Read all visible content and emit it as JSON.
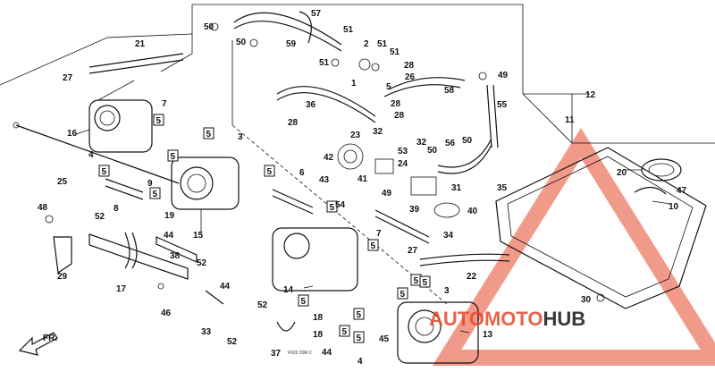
{
  "diagram": {
    "labels": {
      "l1": "1",
      "l2": "2",
      "l3a": "3",
      "l3b": "3",
      "l4a": "4",
      "l4b": "4",
      "l5": "5",
      "l6": "6",
      "l7a": "7",
      "l7b": "7",
      "l8": "8",
      "l9": "9",
      "l10": "10",
      "l11": "11",
      "l12": "12",
      "l13": "13",
      "l14": "14",
      "l15": "15",
      "l16": "16",
      "l17": "17",
      "l18a": "18",
      "l18b": "18",
      "l19": "19",
      "l20": "20",
      "l21": "21",
      "l22": "22",
      "l23": "23",
      "l24": "24",
      "l25": "25",
      "l26": "26",
      "l27a": "27",
      "l27b": "27",
      "l28a": "28",
      "l28b": "28",
      "l28c": "28",
      "l28d": "28",
      "l29": "29",
      "l30": "30",
      "l31": "31",
      "l32a": "32",
      "l32b": "32",
      "l33": "33",
      "l34": "34",
      "l35": "35",
      "l36": "36",
      "l37": "37",
      "l38": "38",
      "l39": "39",
      "l40": "40",
      "l41": "41",
      "l42": "42",
      "l43": "43",
      "l44a": "44",
      "l44b": "44",
      "l44c": "44",
      "l45": "45",
      "l46": "46",
      "l47": "47",
      "l48": "48",
      "l49a": "49",
      "l49b": "49",
      "l50a": "50",
      "l50b": "50",
      "l50c": "50",
      "l50d": "50",
      "l51a": "51",
      "l51b": "51",
      "l51c": "51",
      "l51d": "51",
      "l52a": "52",
      "l52b": "52",
      "l52c": "52",
      "l52d": "52",
      "l53": "53",
      "l54": "54",
      "l55": "55",
      "l56": "56",
      "l57": "57",
      "l58": "58",
      "l59": "59"
    },
    "box_label": "5",
    "front_label": "FR.",
    "footer_code": "F620 20M 2"
  },
  "watermark": {
    "part1": "AUTO",
    "part2": "MOTO",
    "part3": "HUB",
    "color_dark": "#222222",
    "color_accent": "#e8472a"
  }
}
